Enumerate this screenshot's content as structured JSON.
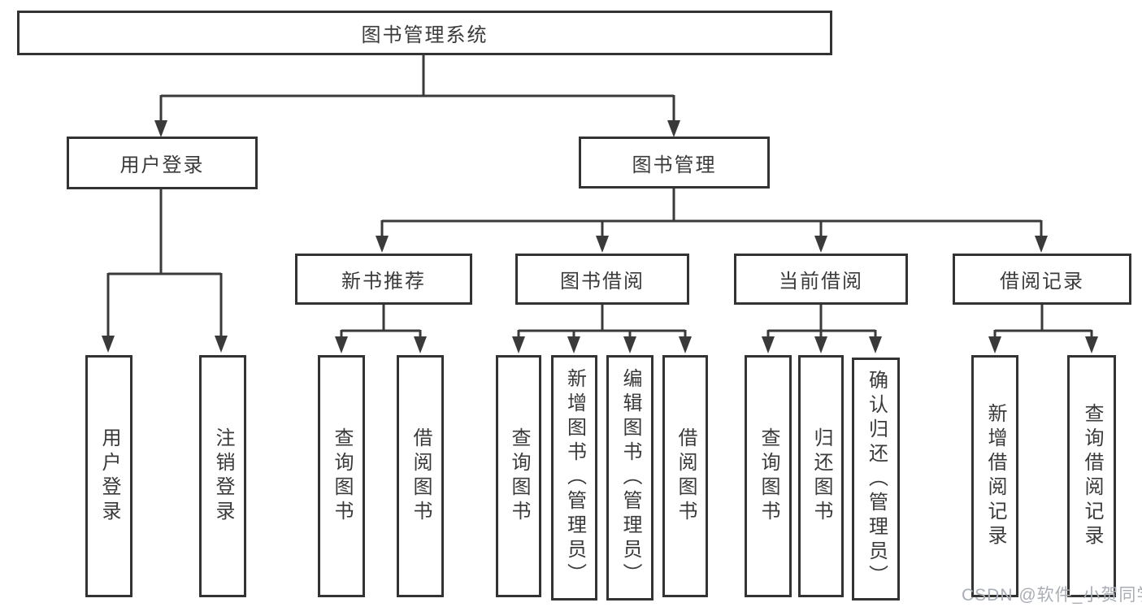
{
  "diagram": {
    "type": "hierarchy-tree",
    "root": {
      "label": "图书管理系统",
      "children": [
        {
          "label": "用户登录",
          "children": [
            {
              "label": "用户登录"
            },
            {
              "label": "注销登录"
            }
          ]
        },
        {
          "label": "图书管理",
          "children": [
            {
              "label": "新书推荐",
              "children": [
                {
                  "label": "查询图书"
                },
                {
                  "label": "借阅图书"
                }
              ]
            },
            {
              "label": "图书借阅",
              "children": [
                {
                  "label": "查询图书"
                },
                {
                  "label": "新增图书（管理员）"
                },
                {
                  "label": "编辑图书（管理员）"
                },
                {
                  "label": "借阅图书"
                }
              ]
            },
            {
              "label": "当前借阅",
              "children": [
                {
                  "label": "查询图书"
                },
                {
                  "label": "归还图书"
                },
                {
                  "label": "确认归还（管理员）"
                }
              ]
            },
            {
              "label": "借阅记录",
              "children": [
                {
                  "label": "新增借阅记录"
                },
                {
                  "label": "查询借阅记录"
                }
              ]
            }
          ]
        }
      ]
    }
  },
  "watermark": {
    "text": "CSDN @软件_小贺同学"
  },
  "colors": {
    "background": "#ffffff",
    "line": "#3a3a3a",
    "box_border": "#333333",
    "text": "#3a3a3a",
    "watermark": "#a9aeb6"
  }
}
